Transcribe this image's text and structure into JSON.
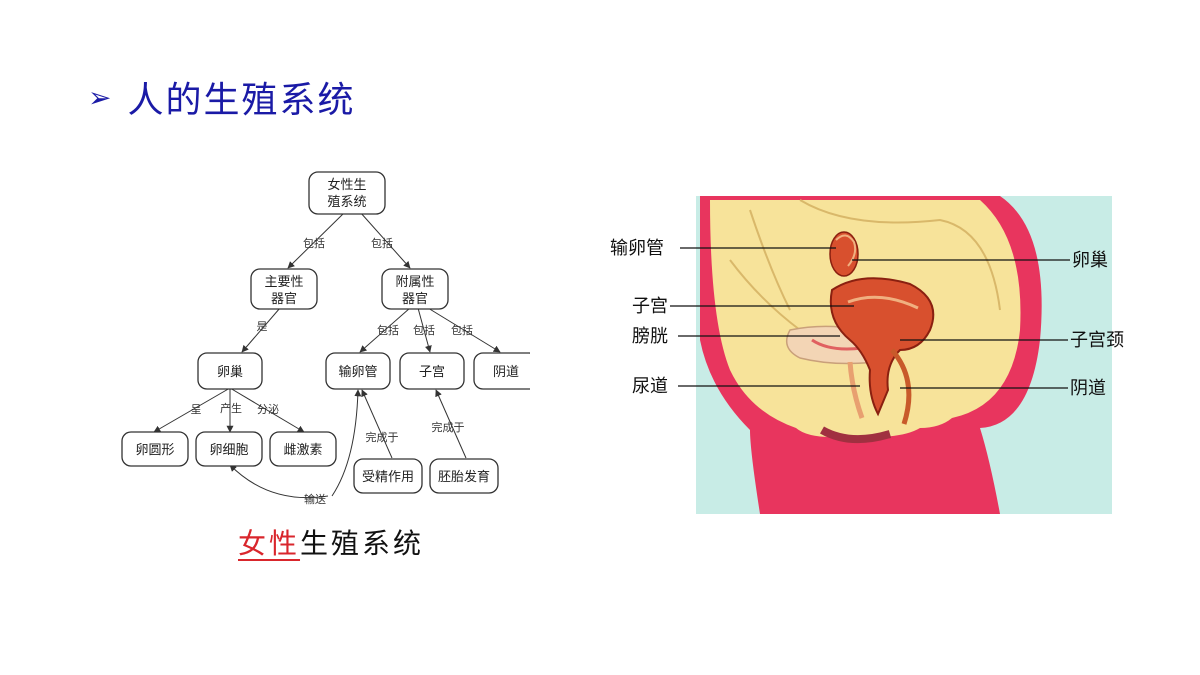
{
  "title": {
    "bullet": "➢",
    "text": "人的生殖系统"
  },
  "tree": {
    "nodes": {
      "root": [
        "女性生",
        "殖系统"
      ],
      "primary": [
        "主要性",
        "器官"
      ],
      "accessory": [
        "附属性",
        "器官"
      ],
      "ovary": "卵巢",
      "oviduct": "输卵管",
      "uterus": "子宫",
      "vagina": "阴道",
      "ovary_shape": "卵圆形",
      "egg_cell": "卵细胞",
      "estrogen": "雌激素",
      "fertilization": "受精作用",
      "embryo": "胚胎发育"
    },
    "edge_labels": {
      "root_primary": "包括",
      "root_accessory": "包括",
      "primary_ovary": "是",
      "accessory_oviduct": "包括",
      "accessory_uterus": "包括",
      "accessory_vagina": "包括",
      "ovary_shape": "呈",
      "ovary_egg": "产生",
      "ovary_estrogen": "分泌",
      "fertilization": "完成于",
      "embryo": "完成于",
      "transport": "输送"
    }
  },
  "caption": {
    "highlight": "女性",
    "rest": "生殖系统"
  },
  "anatomy": {
    "labels": {
      "oviduct": "输卵管",
      "uterus": "子宫",
      "bladder": "膀胱",
      "urethra": "尿道",
      "ovary": "卵巢",
      "cervix": "子宫颈",
      "vagina": "阴道"
    },
    "colors": {
      "background": "#c8ece6",
      "body": "#e8355e",
      "tissue": "#f7e39a",
      "organ": "#d8502e"
    }
  }
}
